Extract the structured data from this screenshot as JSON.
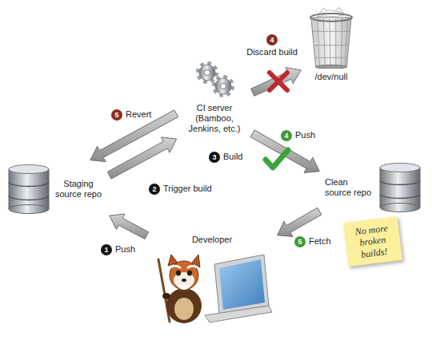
{
  "diagram": {
    "nodes": [
      {
        "text": [
          "Staging source repo"
        ]
      },
      {
        "text": [
          "CI server (Bamboo, Jenkins, etc.)"
        ]
      },
      {
        "text": [
          "/dev/null"
        ]
      },
      {
        "text": [
          "Clean source repo"
        ]
      },
      {
        "text": [
          "Developer"
        ]
      },
      {
        "text": [
          "No more broken builds!"
        ]
      }
    ],
    "edges": [
      {
        "from": 4,
        "to": 0,
        "arrow": "to",
        "label": "Push"
      },
      {
        "from": 0,
        "to": 1,
        "arrow": "to",
        "label": "Trigger build"
      },
      {
        "from": 1,
        "to": 2,
        "arrow": "to",
        "label": "Discard build"
      },
      {
        "from": 1,
        "to": 3,
        "arrow": "to",
        "label": "Push"
      },
      {
        "from": 1,
        "to": 0,
        "arrow": "to",
        "label": "Revert"
      },
      {
        "from": 3,
        "to": 4,
        "arrow": "to",
        "label": "Fetch"
      }
    ],
    "labels": [
      "1",
      "2",
      "3",
      "Build",
      "4",
      "4",
      "5",
      "5"
    ]
  }
}
